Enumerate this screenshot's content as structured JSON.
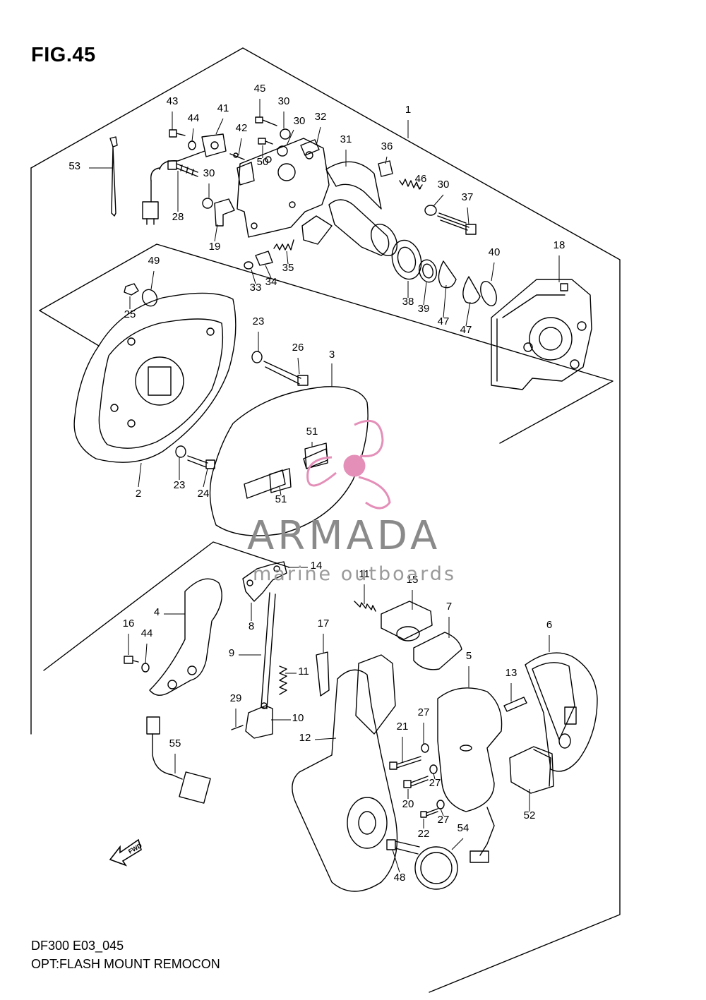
{
  "figure": {
    "title": "FIG.45",
    "model_code": "DF300 E03_045",
    "description": "OPT:FLASH MOUNT REMOCON"
  },
  "watermark": {
    "brand": "ARMADA",
    "tagline": "marine outboards",
    "accent_color": "#e48fb8"
  },
  "fwd_arrow": {
    "label": "FWD"
  },
  "callouts": [
    {
      "id": "c1",
      "num": "1"
    },
    {
      "id": "c2",
      "num": "2"
    },
    {
      "id": "c3",
      "num": "3"
    },
    {
      "id": "c4",
      "num": "4"
    },
    {
      "id": "c5",
      "num": "5"
    },
    {
      "id": "c6",
      "num": "6"
    },
    {
      "id": "c7",
      "num": "7"
    },
    {
      "id": "c8",
      "num": "8"
    },
    {
      "id": "c9",
      "num": "9"
    },
    {
      "id": "c10",
      "num": "10"
    },
    {
      "id": "c11a",
      "num": "11"
    },
    {
      "id": "c11b",
      "num": "11"
    },
    {
      "id": "c12",
      "num": "12"
    },
    {
      "id": "c13",
      "num": "13"
    },
    {
      "id": "c14",
      "num": "14"
    },
    {
      "id": "c15",
      "num": "15"
    },
    {
      "id": "c16",
      "num": "16"
    },
    {
      "id": "c17",
      "num": "17"
    },
    {
      "id": "c18",
      "num": "18"
    },
    {
      "id": "c19",
      "num": "19"
    },
    {
      "id": "c20",
      "num": "20"
    },
    {
      "id": "c21",
      "num": "21"
    },
    {
      "id": "c22",
      "num": "22"
    },
    {
      "id": "c23a",
      "num": "23"
    },
    {
      "id": "c23b",
      "num": "23"
    },
    {
      "id": "c24",
      "num": "24"
    },
    {
      "id": "c25",
      "num": "25"
    },
    {
      "id": "c26",
      "num": "26"
    },
    {
      "id": "c27a",
      "num": "27"
    },
    {
      "id": "c27b",
      "num": "27"
    },
    {
      "id": "c27c",
      "num": "27"
    },
    {
      "id": "c28",
      "num": "28"
    },
    {
      "id": "c29",
      "num": "29"
    },
    {
      "id": "c30a",
      "num": "30"
    },
    {
      "id": "c30b",
      "num": "30"
    },
    {
      "id": "c30c",
      "num": "30"
    },
    {
      "id": "c30d",
      "num": "30"
    },
    {
      "id": "c31",
      "num": "31"
    },
    {
      "id": "c32",
      "num": "32"
    },
    {
      "id": "c33",
      "num": "33"
    },
    {
      "id": "c34",
      "num": "34"
    },
    {
      "id": "c35",
      "num": "35"
    },
    {
      "id": "c36",
      "num": "36"
    },
    {
      "id": "c37",
      "num": "37"
    },
    {
      "id": "c38",
      "num": "38"
    },
    {
      "id": "c39",
      "num": "39"
    },
    {
      "id": "c40",
      "num": "40"
    },
    {
      "id": "c41",
      "num": "41"
    },
    {
      "id": "c42",
      "num": "42"
    },
    {
      "id": "c43",
      "num": "43"
    },
    {
      "id": "c44a",
      "num": "44"
    },
    {
      "id": "c44b",
      "num": "44"
    },
    {
      "id": "c45",
      "num": "45"
    },
    {
      "id": "c46",
      "num": "46"
    },
    {
      "id": "c47a",
      "num": "47"
    },
    {
      "id": "c47b",
      "num": "47"
    },
    {
      "id": "c48",
      "num": "48"
    },
    {
      "id": "c49",
      "num": "49"
    },
    {
      "id": "c50",
      "num": "50"
    },
    {
      "id": "c51a",
      "num": "51"
    },
    {
      "id": "c51b",
      "num": "51"
    },
    {
      "id": "c52",
      "num": "52"
    },
    {
      "id": "c53",
      "num": "53"
    },
    {
      "id": "c54",
      "num": "54"
    },
    {
      "id": "c55",
      "num": "55"
    }
  ]
}
